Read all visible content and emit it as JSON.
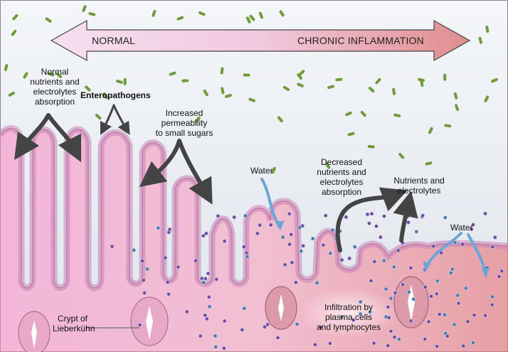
{
  "header_arrow": {
    "left_label": "NORMAL",
    "right_label": "CHRONIC INFLAMMATION",
    "gradient_start": "#f6dff0",
    "gradient_end": "#e08d8d"
  },
  "labels": {
    "normal_absorption": [
      "Normal",
      "nutrients and",
      "electrolytes",
      "absorption"
    ],
    "enteropathogens": "Enteropathogens",
    "increased_permeability": [
      "Increased",
      "permeability",
      "to small sugars"
    ],
    "water_left": "Water",
    "decreased_absorption": [
      "Decreased",
      "nutrients and",
      "electrolytes",
      "absorption"
    ],
    "nutrients_electrolytes": [
      "Nutrients and",
      "electrolytes"
    ],
    "water_right": "Water",
    "crypt": [
      "Crypt of",
      "Lieberkühn"
    ],
    "infiltration": [
      "Infiltration by",
      "plasma cells",
      "and lymphocytes"
    ]
  },
  "colors": {
    "lumen_background": "#e9eef3",
    "tissue_pink": "#f0b8d4",
    "tissue_inflamed": "#e7a0a8",
    "epithelium_normal": "#d592c4",
    "epithelium_inflamed": "#c77a7e",
    "bacteria_green": "#6f9b3a",
    "water_arrow": "#6aa6d8",
    "curved_arrow": "#444444",
    "plasma_cell": "#6a4a9e"
  }
}
